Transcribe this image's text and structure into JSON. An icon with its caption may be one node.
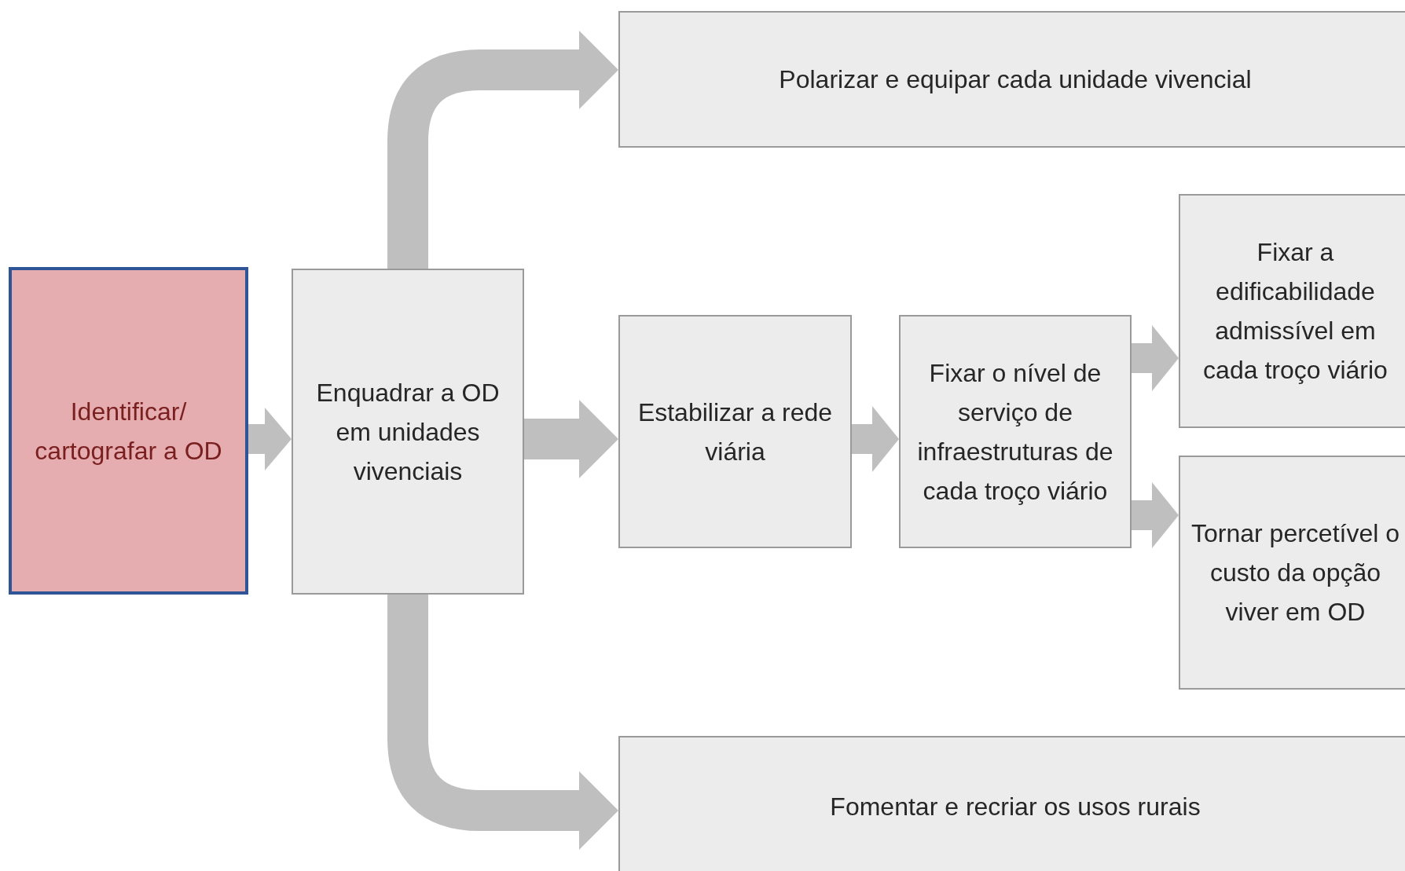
{
  "diagram": {
    "nodes": [
      {
        "text": [
          "Identificar/ cartografar a OD"
        ]
      },
      {
        "text": [
          "Enquadrar a OD em unidades vivenciais"
        ]
      },
      {
        "text": [
          "Polarizar e equipar cada unidade vivencial"
        ]
      },
      {
        "text": [
          "Estabilizar a rede viária"
        ]
      },
      {
        "text": [
          "Fixar o nível de serviço de infraestruturas de cada troço viário"
        ]
      },
      {
        "text": [
          "Fixar a edificabilidade admissível em cada troço viário"
        ]
      },
      {
        "text": [
          "Tornar percetível o custo da opção viver em OD"
        ]
      },
      {
        "text": [
          "Fomentar e recriar os usos rurais"
        ]
      }
    ],
    "edges": [
      {
        "from": 0,
        "to": 1,
        "arrow": "to"
      },
      {
        "from": 1,
        "to": 2,
        "arrow": "to"
      },
      {
        "from": 1,
        "to": 3,
        "arrow": "to"
      },
      {
        "from": 1,
        "to": 7,
        "arrow": "to"
      },
      {
        "from": 3,
        "to": 4,
        "arrow": "to"
      },
      {
        "from": 4,
        "to": 5,
        "arrow": "to"
      },
      {
        "from": 4,
        "to": 6,
        "arrow": "to"
      }
    ]
  }
}
